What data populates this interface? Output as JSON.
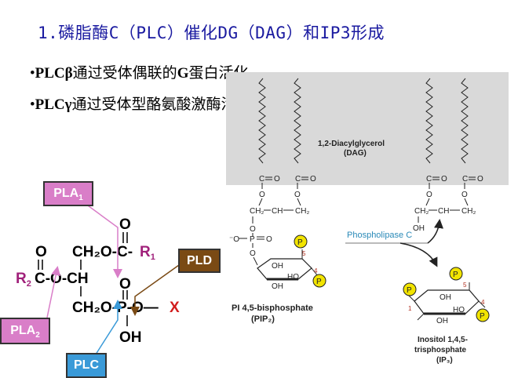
{
  "title": "1.磷脂酶C（PLC）催化DG（DAG）和IP3形成",
  "bullets": [
    {
      "bold": "PLCβ",
      "text": "通过受体偶联的",
      "bold2": "G",
      "text2": "蛋白活化"
    },
    {
      "bold": "PLCγ",
      "text": "通过受体型酪氨酸激酶活化",
      "bold2": "",
      "text2": ""
    }
  ],
  "colors": {
    "title": "#1a1aa0",
    "pla": "#d97ec8",
    "pld": "#7a4a14",
    "plc": "#3a9ad8",
    "enzyme_label": "#2a8ab8",
    "r_label": "#a0207a",
    "x_label": "#d21c1c",
    "p_circle": "#f2e400"
  },
  "phospholipid": {
    "pla1_main": "PLA",
    "pla1_sub": "1",
    "pla2_main": "PLA",
    "pla2_sub": "2",
    "pld": "PLD",
    "plc": "PLC",
    "O": "O",
    "row1": "CH₂O-C-",
    "R1_main": "R",
    "R1_sub": "1",
    "R2_main": "R",
    "R2_sub": "2",
    "row2": "C-O-CH",
    "row3": "CH₂O-P-O—",
    "X": "X",
    "OH": "OH"
  },
  "reaction": {
    "dag_label_1": "1,2-Diacylglycerol",
    "dag_label_2": "(DAG)",
    "pip2_label_1": "PI 4,5-bisphosphate",
    "pip2_label_2": "(PIP₂)",
    "enzyme": "Phospholipase C",
    "ip3_label_1": "Inositol 1,4,5-",
    "ip3_label_2": "trisphosphate",
    "ip3_label_3": "(IP₃)",
    "P": "P",
    "OH": "OH",
    "HO": "HO",
    "O": "O",
    "C": "C",
    "CH2": "CH₂",
    "CH": "CH",
    "num1": "1",
    "num4": "4",
    "num5": "5"
  }
}
